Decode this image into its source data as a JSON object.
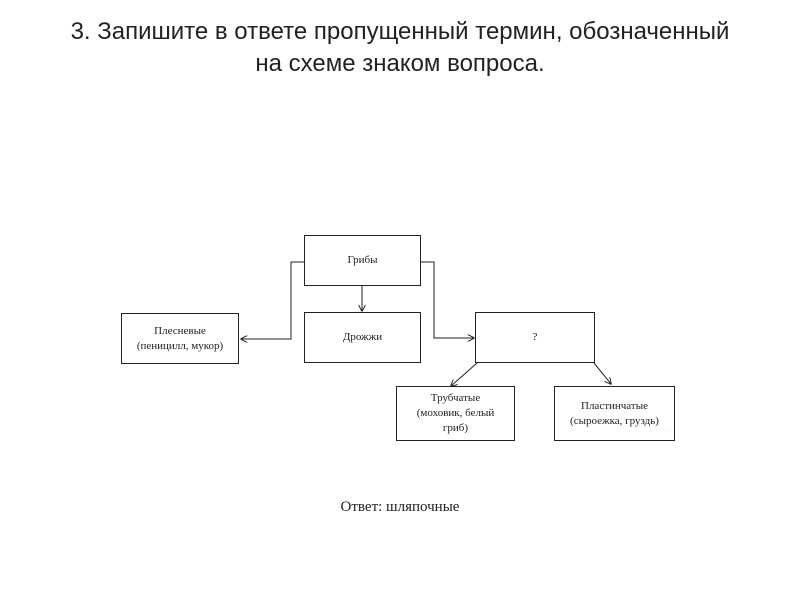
{
  "question": {
    "line1": "3. Запишите в ответе пропущенный термин, обозначенный",
    "line2": "на схеме знаком вопроса."
  },
  "diagram": {
    "root": "Грибы",
    "mold": "Плесневые\n(пеницилл, мукор)",
    "yeast": "Дрожжи",
    "unknown": "?",
    "tubular": "Трубчатые\n(моховик, белый\nгриб)",
    "lamellar": "Пластинчатые\n(сыроежка, груздь)"
  },
  "answer": "Ответ: шляпочные"
}
